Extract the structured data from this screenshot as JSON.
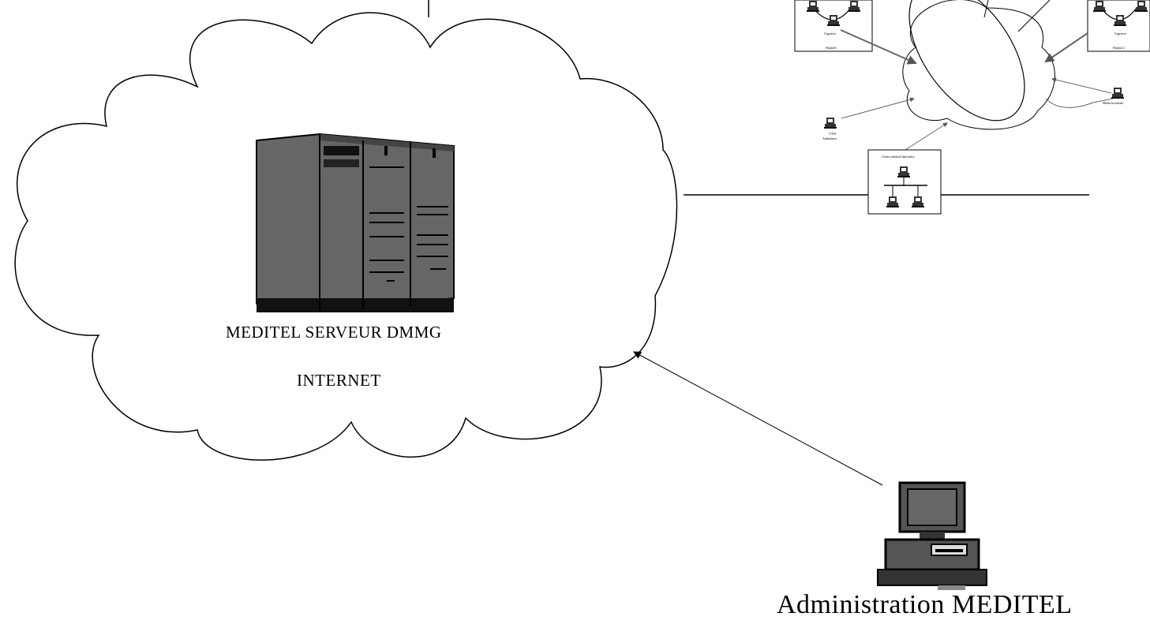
{
  "labels": {
    "server": "MEDITEL SERVEUR DMMG",
    "internet": "INTERNET",
    "admin": "Administration  MEDITEL"
  },
  "network": {
    "hospital1_urgences": "Urgences",
    "hospital1_name": "Hopital1",
    "hospital2_urgences": "Urgences",
    "hospital2_name": "Hopital 2",
    "ambulance_top": "VTM",
    "ambulance_bottom": "Ambulance",
    "centre_medical": "Centre   medical Specialise",
    "medecin": "Medecin  traitant"
  }
}
